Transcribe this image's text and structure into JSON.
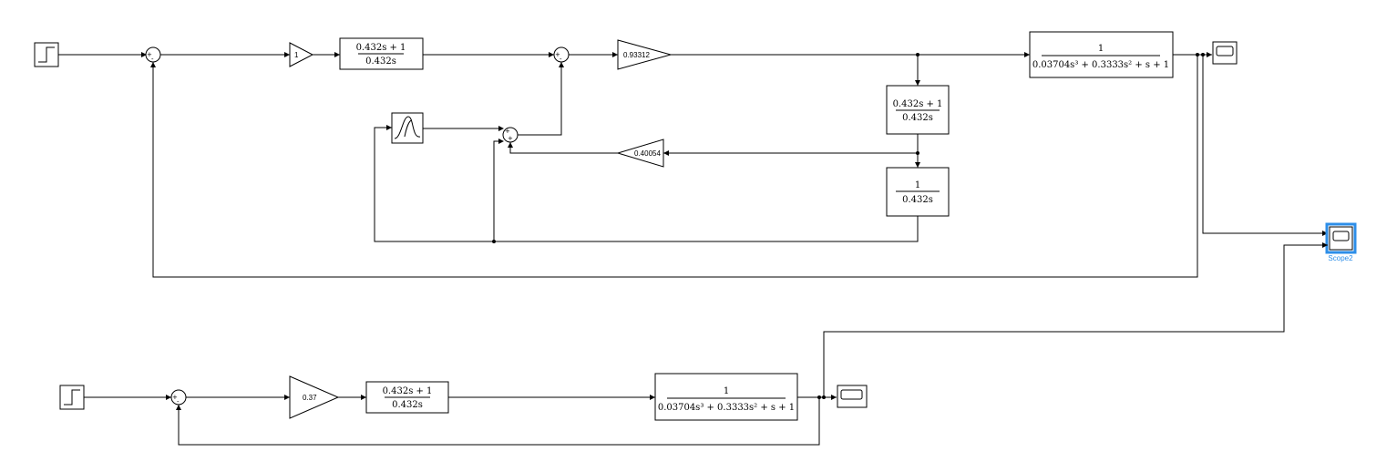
{
  "blocks": {
    "gain_top_1": "1",
    "gain_top_2": "0.93312",
    "gain_feedback": "0.40054",
    "gain_bottom": "0.37",
    "tf_pi_num": "0.432s + 1",
    "tf_pi_den": "0.432s",
    "tf_int_num": "1",
    "tf_int_den": "0.432s",
    "tf_plant_num": "1",
    "tf_plant_den": "0.03704s³ + 0.3333s² + s + 1",
    "scope2_label": "Scope2"
  },
  "signs": {
    "plus": "+",
    "minus": "-"
  },
  "colors": {
    "selection": "#2d8ee8",
    "wire": "#000000"
  }
}
